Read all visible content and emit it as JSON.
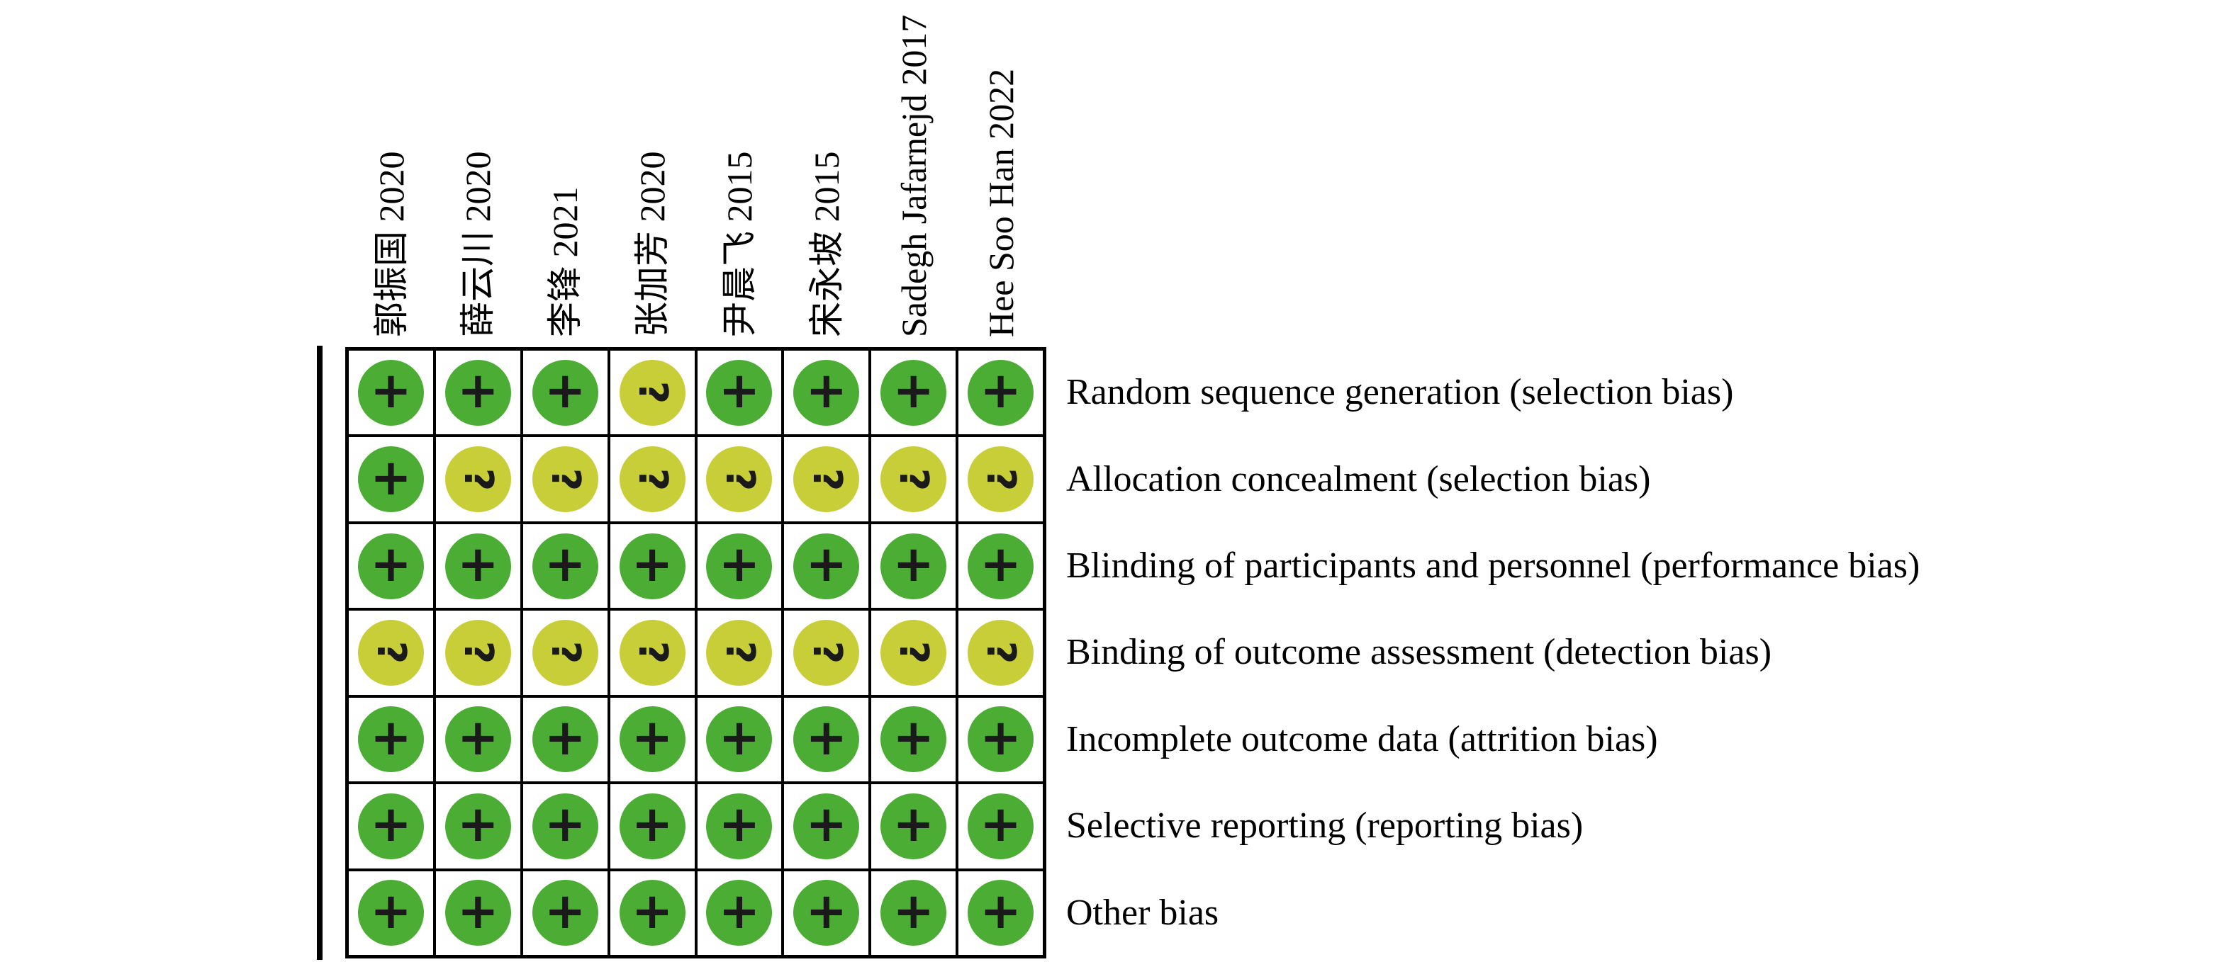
{
  "chart_data": {
    "type": "heatmap",
    "columns": [
      "郭振国 2020",
      "薛云川 2020",
      "李锋 2021",
      "张加芳 2020",
      "尹晨飞 2015",
      "宋永坡 2015",
      "Sadegh Jafarnejd 2017",
      "Hee Soo Han 2022"
    ],
    "rows": [
      "Random sequence generation (selection bias)",
      "Allocation concealment (selection bias)",
      "Blinding of participants and personnel (performance bias)",
      "Binding of outcome assessment (detection bias)",
      "Incomplete outcome data (attrition bias)",
      "Selective reporting (reporting bias)",
      "Other bias"
    ],
    "values": [
      [
        "+",
        "+",
        "+",
        "?",
        "+",
        "+",
        "+",
        "+"
      ],
      [
        "+",
        "?",
        "?",
        "?",
        "?",
        "?",
        "?",
        "?"
      ],
      [
        "+",
        "+",
        "+",
        "+",
        "+",
        "+",
        "+",
        "+"
      ],
      [
        "?",
        "?",
        "?",
        "?",
        "?",
        "?",
        "?",
        "?"
      ],
      [
        "+",
        "+",
        "+",
        "+",
        "+",
        "+",
        "+",
        "+"
      ],
      [
        "+",
        "+",
        "+",
        "+",
        "+",
        "+",
        "+",
        "+"
      ],
      [
        "+",
        "+",
        "+",
        "+",
        "+",
        "+",
        "+",
        "+"
      ]
    ],
    "symbol_colors": {
      "+": "#4bad33",
      "?": "#c8ce38"
    },
    "symbol_text_color": "#1a1a1a",
    "grid_line_color": "#000000",
    "background_color": "#ffffff",
    "grid_on": true,
    "legend_position": "none"
  }
}
